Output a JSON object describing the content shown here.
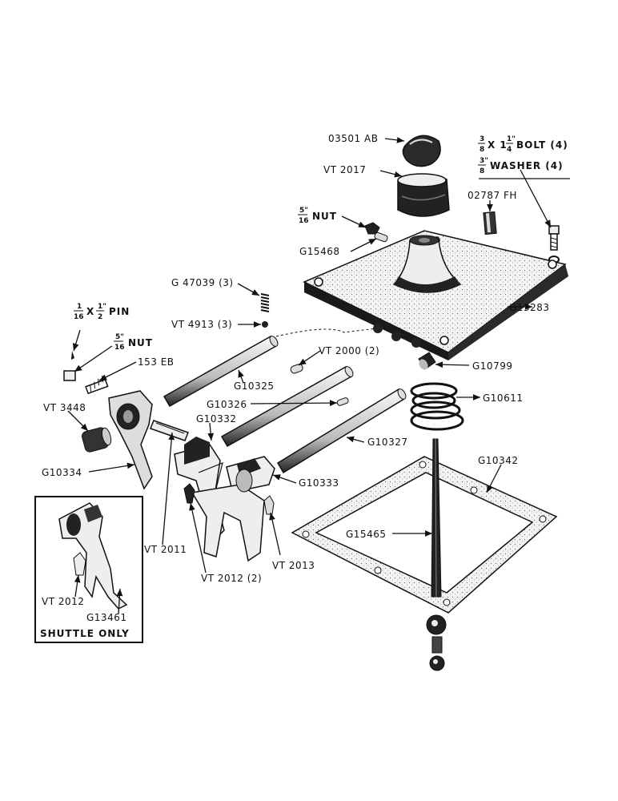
{
  "labels": {
    "knob": "03501 AB",
    "boot": "VT 2017",
    "bolt_frac_a_num": "3",
    "bolt_frac_a_den": "8",
    "bolt_x": "X 1",
    "bolt_frac_b_num": "1\"",
    "bolt_frac_b_den": "4",
    "bolt_text": "BOLT (4)",
    "washer_frac_num": "3\"",
    "washer_frac_den": "8",
    "washer_text": "WASHER (4)",
    "dowel": "02787 FH",
    "nut_top_num": "5\"",
    "nut_top_den": "16",
    "nut_top_text": "NUT",
    "g15468": "G15468",
    "g47039": "G 47039 (3)",
    "vt4913": "VT 4913 (3)",
    "pin_a_num": "1",
    "pin_a_den": "16",
    "pin_x": "X",
    "pin_b_num": "1\"",
    "pin_b_den": "2",
    "pin_text": "PIN",
    "nut_left_num": "5\"",
    "nut_left_den": "16",
    "nut_left_text": "NUT",
    "eb153": "153 EB",
    "vt2000": "VT 2000 (2)",
    "g10325": "G10325",
    "g10799": "G10799",
    "g13283": "G13283",
    "g10611": "G10611",
    "vt3448": "VT 3448",
    "g10326": "G10326",
    "g10332": "G10332",
    "g10327": "G10327",
    "g10334": "G10334",
    "g10333": "G10333",
    "g10342": "G10342",
    "g15465": "G15465",
    "vt2011": "VT 2011",
    "vt2012_2": "VT 2012 (2)",
    "vt2013": "VT 2013",
    "inset_vt2012": "VT 2012",
    "inset_g13461": "G13461",
    "shuttle_only": "SHUTTLE ONLY"
  }
}
